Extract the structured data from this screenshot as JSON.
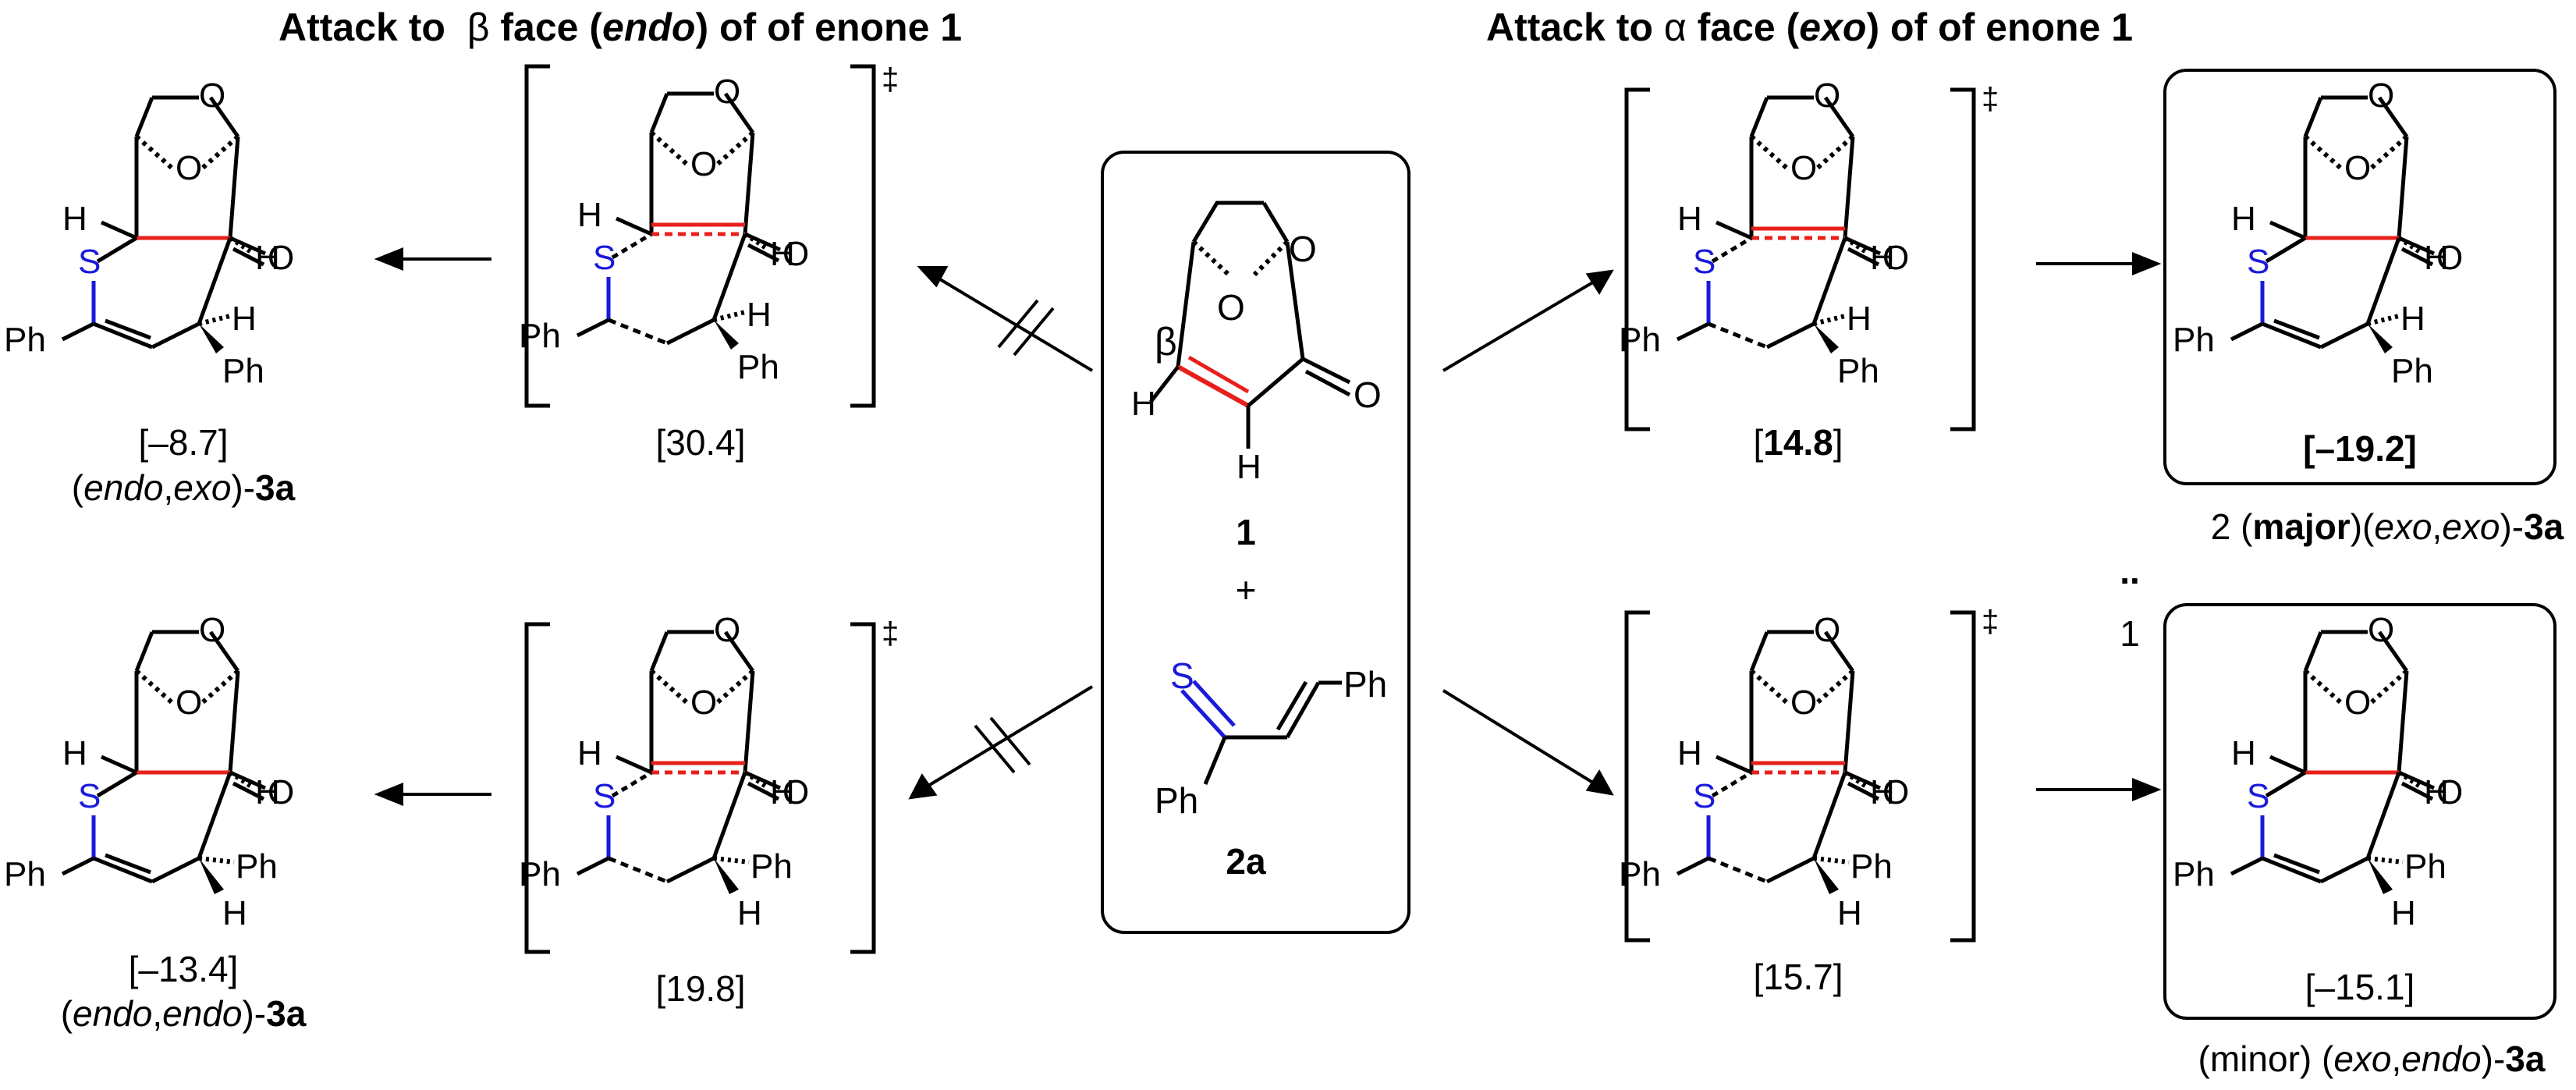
{
  "headers": {
    "left_prefix": "Attack to",
    "left_greek": "β",
    "left_face": "face (",
    "left_face_style": "endo",
    "left_suffix": ") of of enone 1",
    "right_prefix": "Attack to",
    "right_greek": "α",
    "right_face": "face (",
    "right_face_style": "exo",
    "right_suffix": ") of of enone 1"
  },
  "atoms": {
    "O": "O",
    "S": "S",
    "H": "H",
    "Ph": "Ph",
    "beta": "β",
    "dagger": "‡",
    "plus": "+"
  },
  "reactants": {
    "enone_label": "1",
    "thione_label": "2a"
  },
  "energies": {
    "ts_endo_top": "[30.4]",
    "ts_endo_bottom": "[19.8]",
    "ts_exo_top_value": "14.8",
    "ts_exo_bottom": "[15.7]",
    "p_endo_exo": "[–8.7]",
    "p_endo_endo": "[–13.4]",
    "p_exo_exo_value": "[–19.2]",
    "p_exo_endo": "[–15.1]"
  },
  "products": {
    "endo_exo": {
      "face1": "endo",
      "face2": "exo",
      "compound": "3a"
    },
    "endo_endo": {
      "face1": "endo",
      "face2": "endo",
      "compound": "3a"
    },
    "exo_exo": {
      "ratio": "2",
      "tag": "major",
      "face1": "exo",
      "face2": "exo",
      "compound": "3a"
    },
    "exo_endo": {
      "ratio": "1",
      "tag": "minor",
      "face1": "exo",
      "face2": "endo",
      "compound": "3a"
    },
    "ratio_sep": ".."
  },
  "colors": {
    "bond": "#000000",
    "new_bond": "#e8201c",
    "sulfur": "#1a1adc"
  }
}
